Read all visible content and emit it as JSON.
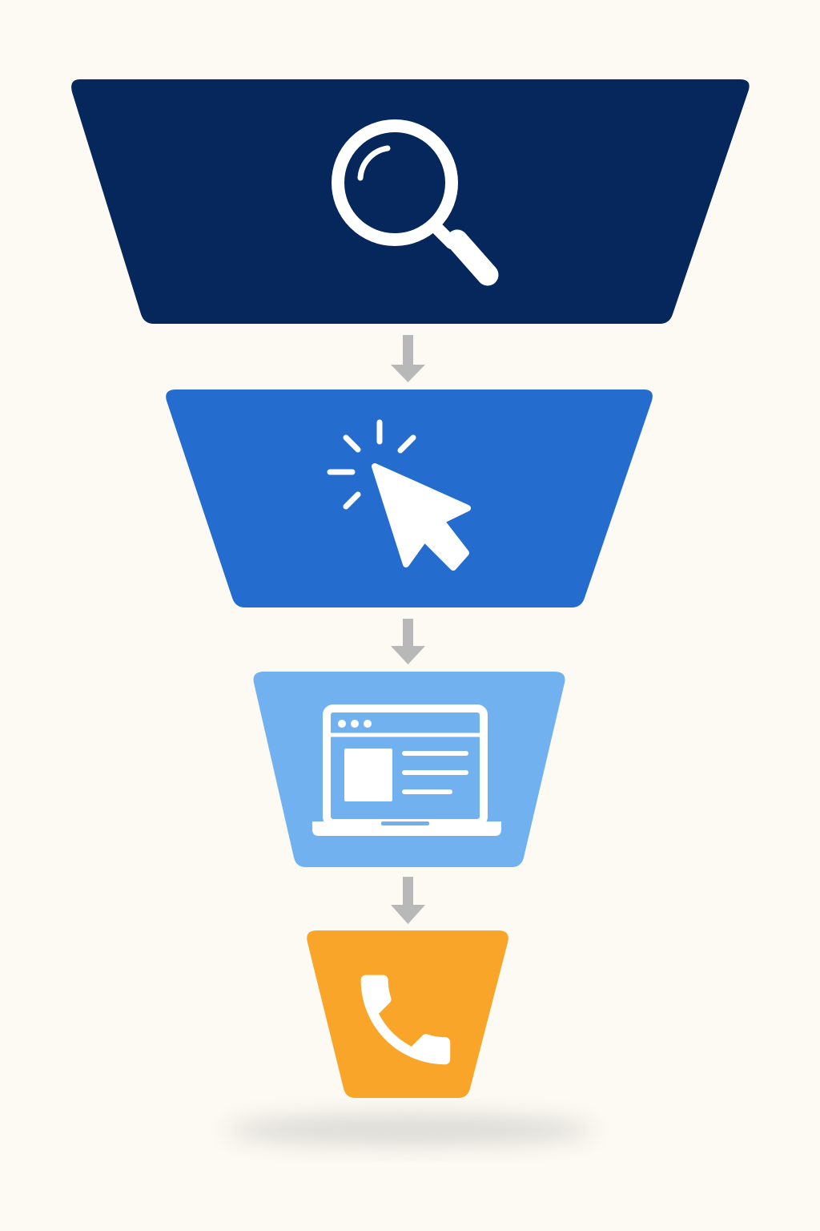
{
  "diagram": {
    "type": "conversion-funnel",
    "background_color": "#FCFAF3",
    "arrow_color": "#B8B8B8",
    "icon_color": "#FFFFFF",
    "stages": [
      {
        "order": 1,
        "icon": "search-icon",
        "color": "#06275C"
      },
      {
        "order": 2,
        "icon": "cursor-click-icon",
        "color": "#246DCF"
      },
      {
        "order": 3,
        "icon": "laptop-webpage-icon",
        "color": "#72B1F0"
      },
      {
        "order": 4,
        "icon": "phone-icon",
        "color": "#F8A52A"
      }
    ]
  }
}
